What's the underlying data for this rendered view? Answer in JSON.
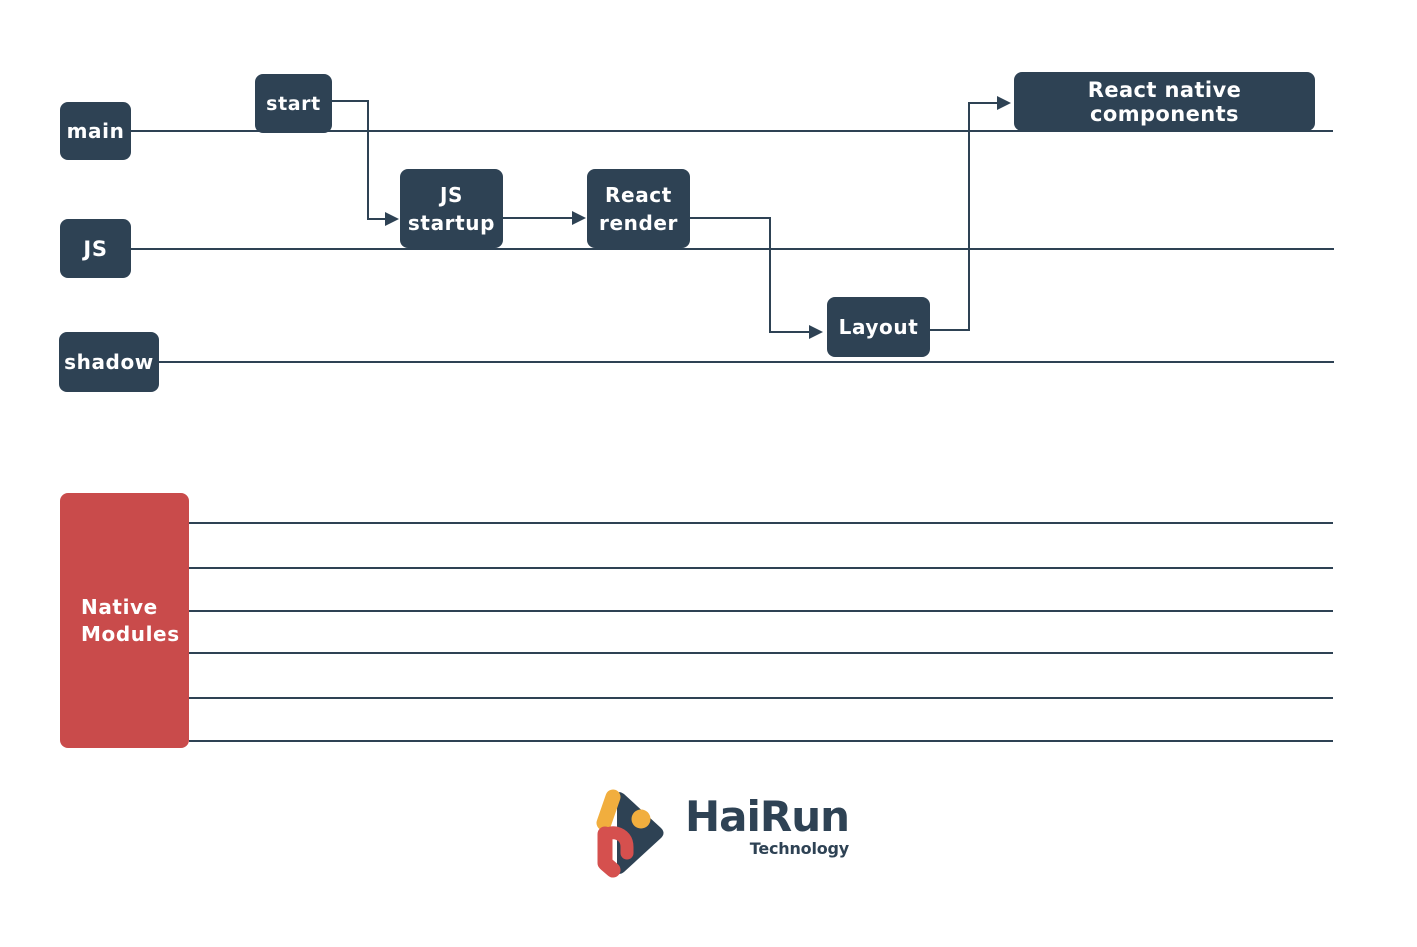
{
  "diagram": {
    "lane_labels": {
      "main": "main",
      "js": "JS",
      "shadow": "shadow"
    },
    "nodes": {
      "start": "start",
      "js_startup": {
        "line1": "JS",
        "line2": "startup"
      },
      "react_render": {
        "line1": "React",
        "line2": "render"
      },
      "layout": "Layout",
      "react_native_components": "React native components"
    },
    "native_modules": {
      "line1": "Native",
      "line2": "Modules"
    },
    "flow": [
      "start -> JS startup",
      "JS startup -> React render",
      "React render -> Layout",
      "Layout -> React native components"
    ],
    "native_module_line_count": 6
  },
  "logo": {
    "brand": "HaiRun",
    "subtitle": "Technology"
  },
  "colors": {
    "node_navy": "#2e4254",
    "line_navy": "#2e4254",
    "native_modules_red": "#c94b4b",
    "logo_red": "#d5504e",
    "logo_yellow": "#f1ae3e",
    "logo_navy": "#2e4254",
    "background": "#ffffff",
    "text_on_boxes": "#ffffff"
  }
}
